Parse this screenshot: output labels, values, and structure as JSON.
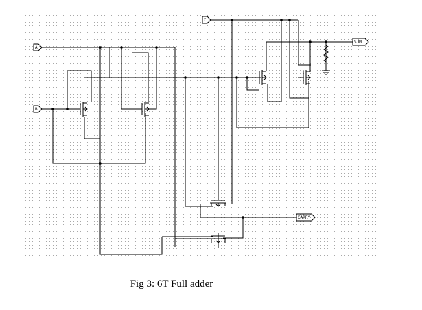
{
  "caption": "Fig 3: 6T Full adder",
  "ports": {
    "input_a": "A",
    "input_b": "B",
    "input_c": "C",
    "output_sum": "SUM",
    "output_carry": "CARRY"
  },
  "colors": {
    "wire": "#000000",
    "grid_dot": "#a8a8a8",
    "background": "#ffffff"
  },
  "icons": {
    "transistor": "nmos-transistor-icon",
    "ground": "ground-icon",
    "resistor": "resistor-icon",
    "input_port": "input-port-icon",
    "output_port": "output-port-icon"
  }
}
